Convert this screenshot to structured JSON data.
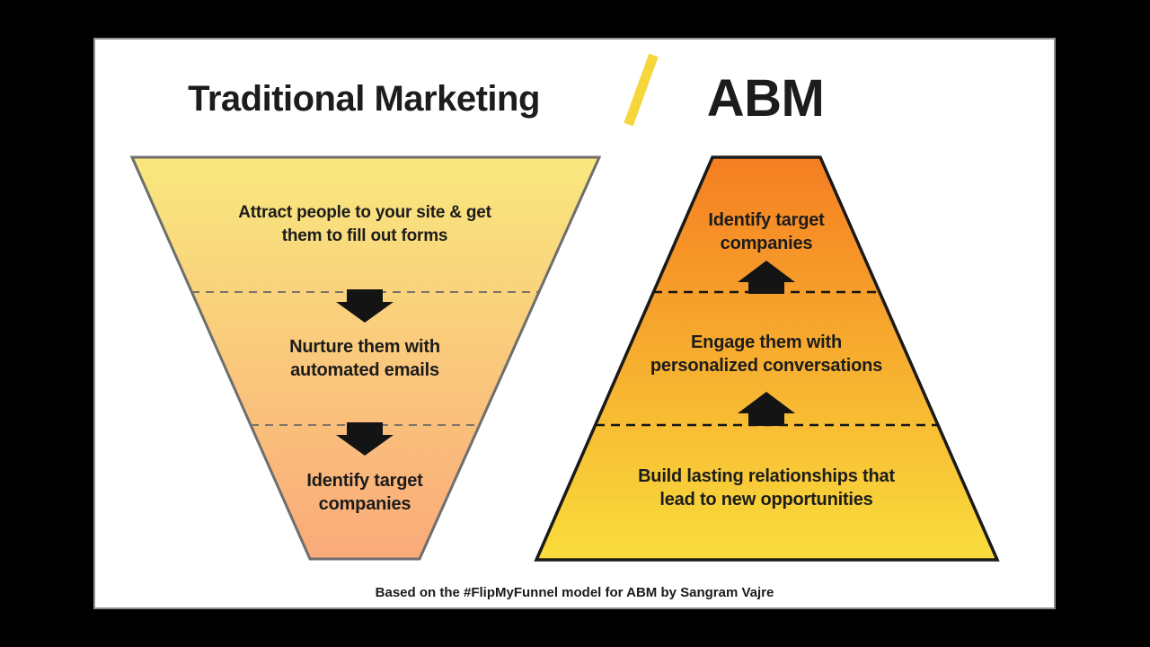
{
  "header": {
    "left_title": "Traditional Marketing",
    "right_title": "ABM"
  },
  "left_funnel": {
    "direction": "down",
    "sections": [
      {
        "lines": [
          "Attract people to your site & get",
          "them to fill out forms"
        ]
      },
      {
        "lines": [
          "Nurture them with",
          "automated emails"
        ]
      },
      {
        "lines": [
          "Identify target",
          "companies"
        ]
      }
    ]
  },
  "right_pyramid": {
    "direction": "up",
    "sections": [
      {
        "lines": [
          "Identify target",
          "companies"
        ]
      },
      {
        "lines": [
          "Engage them with",
          "personalized conversations"
        ]
      },
      {
        "lines": [
          "Build lasting relationships that",
          "lead to new opportunities"
        ]
      }
    ]
  },
  "footer": {
    "caption": "Based on the #FlipMyFunnel model for ABM by Sangram Vajre"
  },
  "colors": {
    "background": "#000000",
    "card": "#FFFFFF",
    "slash_yellow": "#F5D73B",
    "left_funnel_top": "#F9E87E",
    "left_funnel_bottom": "#FAAA7A",
    "left_border": "#6E6E6E",
    "left_dash": "#7A746C",
    "right_pyramid_top": "#F57E22",
    "right_pyramid_bottom": "#F9DD3C",
    "right_border": "#1A1A1A",
    "right_dash": "#161616",
    "arrow": "#141414",
    "text": "#1C1C1C"
  }
}
